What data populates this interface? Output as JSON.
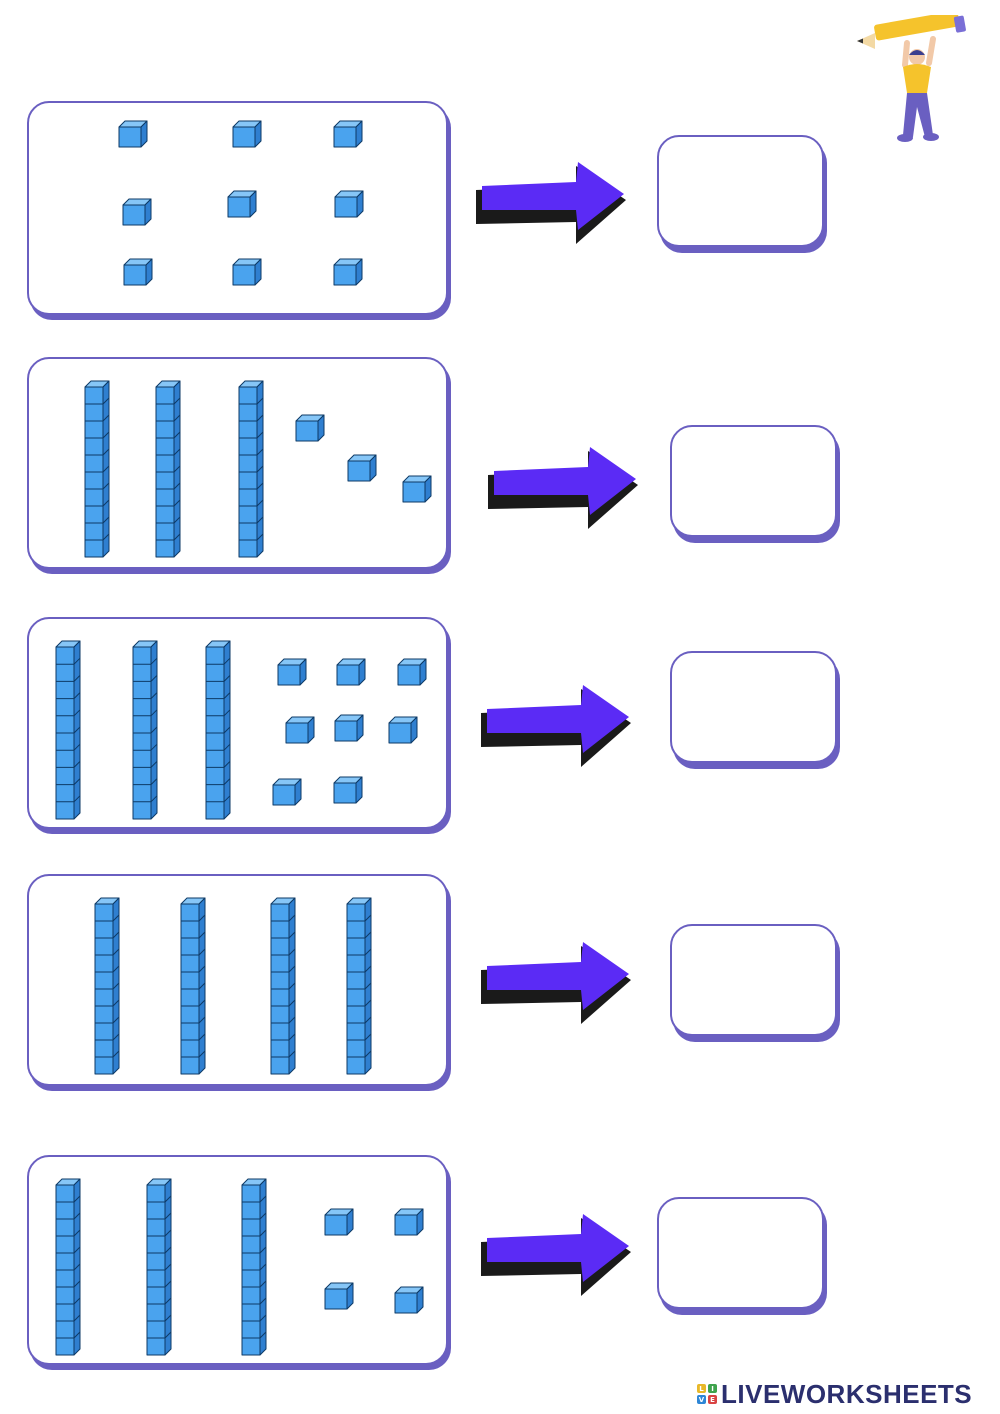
{
  "colors": {
    "panel_border": "#6a5fc1",
    "cube_front": "#4aa3ee",
    "cube_top": "#86c6f7",
    "cube_side": "#2f7fd0",
    "arrow_fill": "#5b2bf5",
    "arrow_shadow": "#1a1a1a"
  },
  "exercises": [
    {
      "id": 1,
      "tens": 0,
      "ones": 9,
      "answer": ""
    },
    {
      "id": 2,
      "tens": 3,
      "ones": 3,
      "answer": ""
    },
    {
      "id": 3,
      "tens": 3,
      "ones": 8,
      "answer": ""
    },
    {
      "id": 4,
      "tens": 4,
      "ones": 0,
      "answer": ""
    },
    {
      "id": 5,
      "tens": 3,
      "ones": 4,
      "answer": ""
    }
  ],
  "illustration": {
    "icon": "kid-holding-pencil-icon"
  },
  "footer": {
    "logo_letters": [
      "L",
      "I",
      "V",
      "E"
    ],
    "brand": "LIVEWORKSHEETS"
  }
}
